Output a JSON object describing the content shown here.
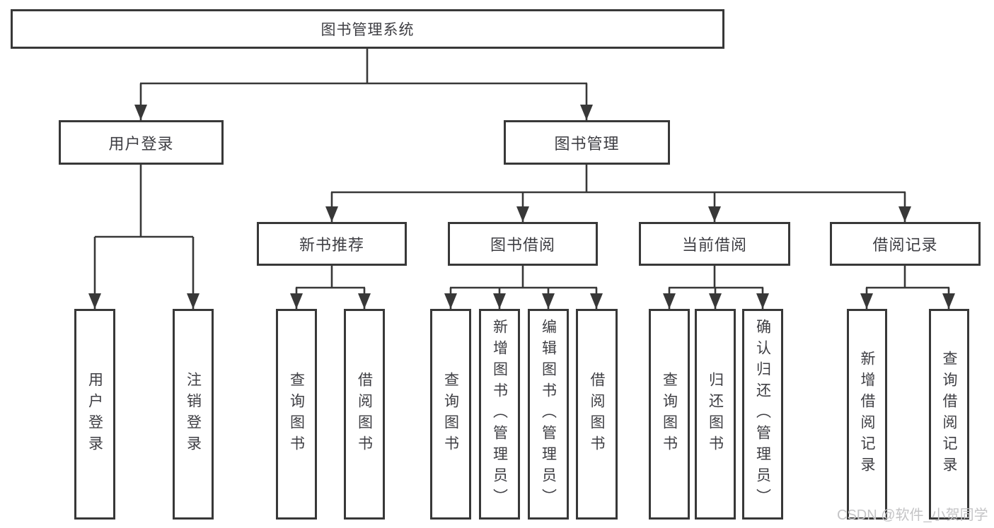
{
  "colors": {
    "line": "#383838",
    "box_border": "#383838",
    "box_background": "#ffffff",
    "text": "#3e3e43",
    "watermark": "#c4c4c6",
    "page_background": "#ffffff"
  },
  "watermark": {
    "text": "CSDN @软件_小贺同学"
  },
  "diagram": {
    "type": "tree",
    "root": {
      "label": "图书管理系统"
    },
    "level2": [
      {
        "id": "user-login",
        "label": "用户登录",
        "parent": "root"
      },
      {
        "id": "book-management",
        "label": "图书管理",
        "parent": "root"
      }
    ],
    "level3": [
      {
        "id": "new-book-recommend",
        "label": "新书推荐",
        "parent": "book-management"
      },
      {
        "id": "book-borrowing",
        "label": "图书借阅",
        "parent": "book-management"
      },
      {
        "id": "current-borrowing",
        "label": "当前借阅",
        "parent": "book-management"
      },
      {
        "id": "borrowing-records",
        "label": "借阅记录",
        "parent": "book-management"
      }
    ],
    "leaves": [
      {
        "id": "leaf-user-login",
        "label": "用户登录",
        "parent": "user-login"
      },
      {
        "id": "leaf-logout",
        "label": "注销登录",
        "parent": "user-login"
      },
      {
        "id": "leaf-query-books-recommend",
        "label": "查询图书",
        "parent": "new-book-recommend"
      },
      {
        "id": "leaf-borrow-books-recommend",
        "label": "借阅图书",
        "parent": "new-book-recommend"
      },
      {
        "id": "leaf-query-books-borrowing",
        "label": "查询图书",
        "parent": "book-borrowing"
      },
      {
        "id": "leaf-add-books-admin",
        "label": "新增图书（管理员）",
        "parent": "book-borrowing"
      },
      {
        "id": "leaf-edit-books-admin",
        "label": "编辑图书（管理员）",
        "parent": "book-borrowing"
      },
      {
        "id": "leaf-borrow-books",
        "label": "借阅图书",
        "parent": "book-borrowing"
      },
      {
        "id": "leaf-query-books-current",
        "label": "查询图书",
        "parent": "current-borrowing"
      },
      {
        "id": "leaf-return-books",
        "label": "归还图书",
        "parent": "current-borrowing"
      },
      {
        "id": "leaf-confirm-return-admin",
        "label": "确认归还（管理员）",
        "parent": "current-borrowing"
      },
      {
        "id": "leaf-add-borrow-record",
        "label": "新增借阅记录",
        "parent": "borrowing-records"
      },
      {
        "id": "leaf-query-borrow-record",
        "label": "查询借阅记录",
        "parent": "borrowing-records"
      }
    ]
  }
}
